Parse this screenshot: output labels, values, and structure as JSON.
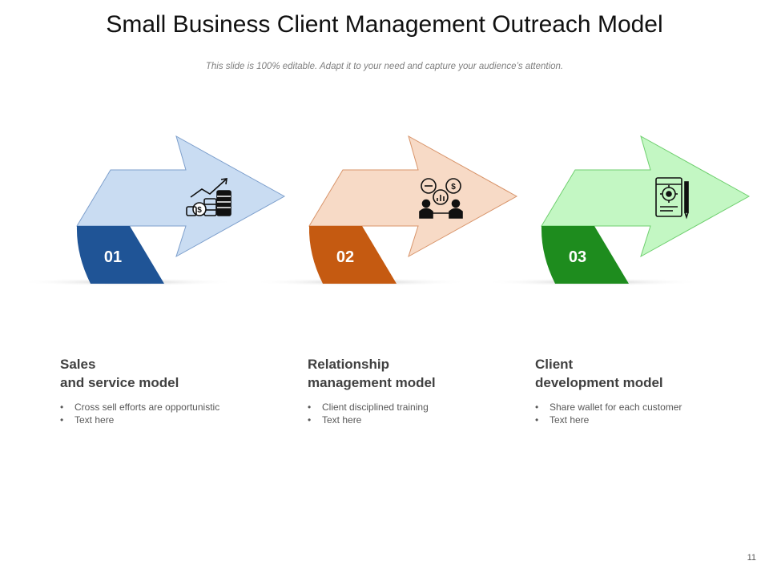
{
  "slide": {
    "title": "Small Business Client Management Outreach Model",
    "subtitle": "This slide is 100% editable. Adapt it to your need and capture your audience’s attention.",
    "page_number": "11"
  },
  "steps": [
    {
      "number": "01",
      "heading_line1": "Sales",
      "heading_line2": "and service model",
      "bullets": [
        "Cross sell efforts are opportunistic",
        "Text here"
      ],
      "arrow_color": "#c9dcf2",
      "badge_color": "#1f5496",
      "icon": "coins-growth-icon"
    },
    {
      "number": "02",
      "heading_line1": "Relationship",
      "heading_line2": "management model",
      "bullets": [
        "Client disciplined training",
        "Text here"
      ],
      "arrow_color": "#f7dac6",
      "badge_color": "#c55a11",
      "icon": "client-meeting-icon"
    },
    {
      "number": "03",
      "heading_line1": "Client",
      "heading_line2": "development model",
      "bullets": [
        "Share wallet for each customer",
        "Text here"
      ],
      "arrow_color": "#c3f7c3",
      "badge_color": "#1e8c1e",
      "icon": "development-plan-icon"
    }
  ]
}
